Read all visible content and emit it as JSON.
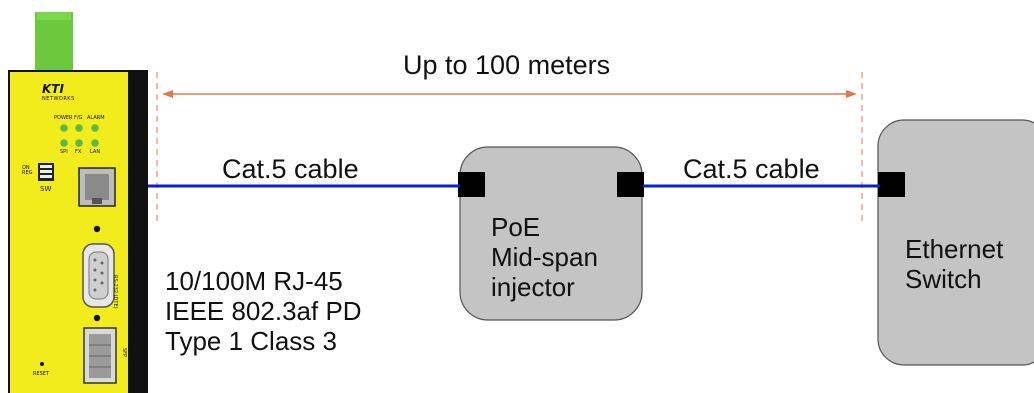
{
  "distance": {
    "label": "Up to 100 meters"
  },
  "cables": {
    "left_label": "Cat.5 cable",
    "right_label": "Cat.5 cable",
    "color": "#0a1fd8"
  },
  "injector": {
    "lines": [
      "PoE",
      "Mid-span",
      "injector"
    ]
  },
  "switch": {
    "lines": [
      "Ethernet",
      "Switch"
    ]
  },
  "spec": {
    "lines": [
      "10/100M RJ-45",
      "IEEE 802.3af PD",
      "Type 1 Class 3"
    ]
  },
  "device": {
    "logo": "KTI",
    "logo_sub": "NETWORKS",
    "led_labels": [
      "POWER",
      "F/G",
      "ALARM"
    ],
    "led_labels_2": [
      "SPI",
      "FX",
      "LAN"
    ],
    "sw_label": "SW",
    "on_off_label": "ON\nREG",
    "rs232_label": "RS-232 (DTE)",
    "sfp_label": "SFP",
    "reset_label": "RESET",
    "body_color": "#f2ec1c",
    "connector_color": "#6cc83c"
  },
  "colors": {
    "box_fill": "#c4c4c4",
    "arrow": "#e07a4a",
    "port": "#000000"
  }
}
